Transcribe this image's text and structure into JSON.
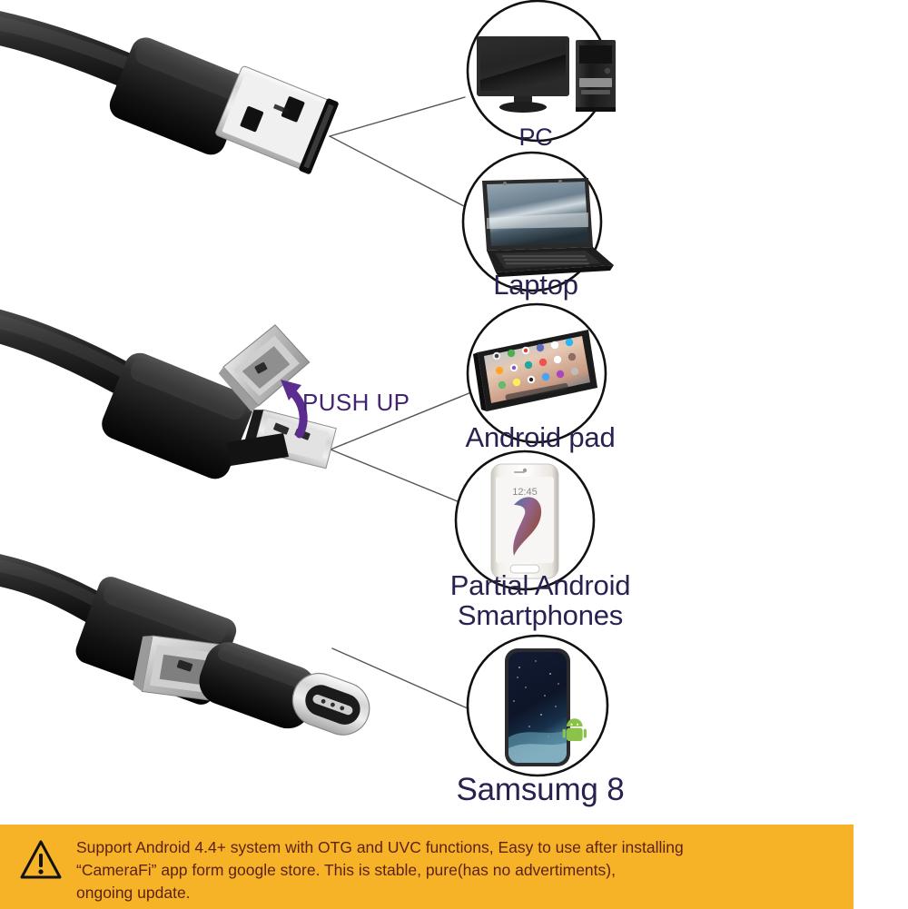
{
  "page": {
    "title": "3-in-1 USB Endoscope Cable Compatibility",
    "background_color": "#ffffff"
  },
  "colors": {
    "label_text": "#2b2150",
    "push_up_text": "#43246f",
    "push_up_arrow": "#5b2d8e",
    "notice_background": "#f6b328",
    "notice_text": "#5d2217",
    "connector_line": "#555555",
    "circle_outline": "#111111",
    "cable_black": "#1a1a1a",
    "metal_silver": "#d9d9d9"
  },
  "sections": [
    {
      "id": "usb-a",
      "connector_name": "USB-A male connector",
      "devices": [
        "pc",
        "laptop"
      ]
    },
    {
      "id": "micro-usb",
      "connector_name": "Micro-USB connector with flip-up USB-A shell",
      "annotation": "PUSH UP",
      "devices": [
        "android-pad",
        "android-smartphones"
      ]
    },
    {
      "id": "usb-c",
      "connector_name": "USB Type-C connector",
      "devices": [
        "samsung-8"
      ]
    }
  ],
  "devices": {
    "pc": {
      "label": "PC",
      "icon": "desktop-computer-icon"
    },
    "laptop": {
      "label": "Laptop",
      "icon": "laptop-icon"
    },
    "android_pad": {
      "label": "Android pad",
      "icon": "tablet-icon"
    },
    "android_phones": {
      "label": "Partial Android\nSmartphones",
      "icon": "smartphone-icon"
    },
    "samsung": {
      "label": "Samsumg 8",
      "icon": "samsung-galaxy-s8-icon"
    }
  },
  "annotations": {
    "push_up": "PUSH UP"
  },
  "notice": {
    "icon": "warning-triangle-icon",
    "text": "Support Android 4.4+ system with OTG and UVC functions, Easy to use after installing\n“CameraFi” app form google store. This is stable, pure(has no advertiments),\nongoing update."
  }
}
